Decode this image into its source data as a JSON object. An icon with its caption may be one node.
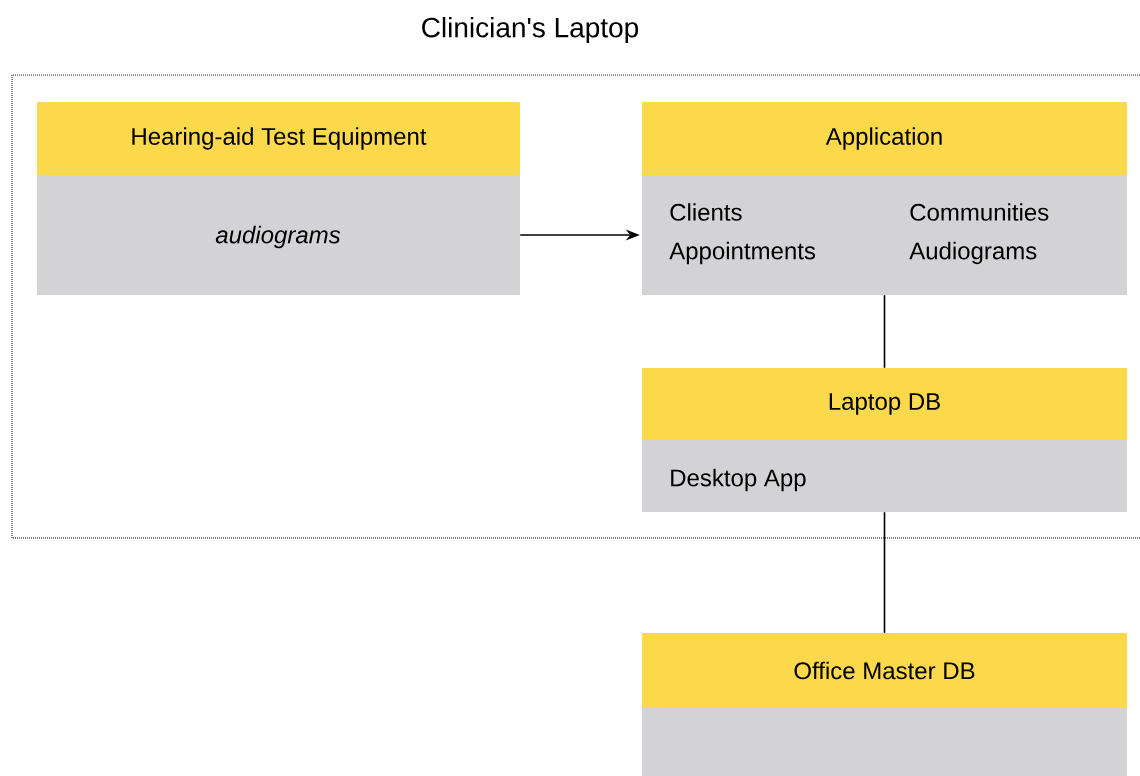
{
  "diagram": {
    "nodes": [
      {
        "text": [
          "Clinician's Laptop"
        ]
      },
      {
        "text": [
          "Hearing-aid Test Equipment",
          "audiograms"
        ],
        "in": 0
      },
      {
        "text": [
          "Application",
          "Clients",
          "Communities",
          "Appointments",
          "Audiograms"
        ],
        "in": 0
      },
      {
        "text": [
          "Laptop DB",
          "Desktop App"
        ],
        "in": 0
      },
      {
        "text": [
          "Office Master DB"
        ]
      }
    ],
    "edges": [
      {
        "from": 1,
        "to": 2,
        "arrow": "to"
      },
      {
        "from": 2,
        "to": 3,
        "arrow": "none"
      },
      {
        "from": 3,
        "to": 4,
        "arrow": "none"
      }
    ]
  }
}
